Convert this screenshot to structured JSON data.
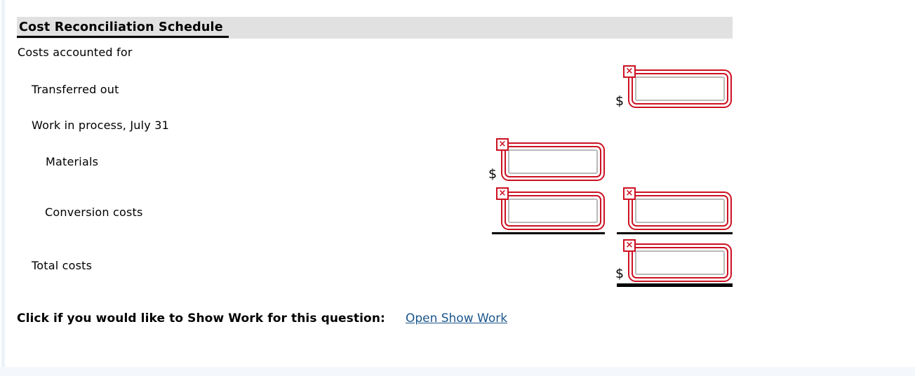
{
  "header": {
    "title": "Cost Reconciliation Schedule"
  },
  "section": {
    "costs_accounted_for": "Costs accounted for"
  },
  "rows": {
    "transferred_out": {
      "label": "Transferred out"
    },
    "wip_july31": {
      "label": "Work in process, July 31"
    },
    "materials": {
      "label": "Materials"
    },
    "conversion_costs": {
      "label": "Conversion costs"
    },
    "total_costs": {
      "label": "Total costs"
    }
  },
  "fields": {
    "transferred_out": {
      "value": "",
      "prefix": "$",
      "status": "error"
    },
    "materials": {
      "value": "",
      "prefix": "$",
      "status": "error"
    },
    "conversion_mid": {
      "value": "",
      "status": "error"
    },
    "conversion_right": {
      "value": "",
      "status": "error"
    },
    "total_costs": {
      "value": "",
      "prefix": "$",
      "status": "error"
    }
  },
  "icons": {
    "error_x": "×"
  },
  "show_work": {
    "prompt": "Click if you would like to Show Work for this question:",
    "link_label": "Open Show Work"
  },
  "colors": {
    "error_red": "#cc1122",
    "header_bg": "#e1e1e1",
    "link_blue": "#1b568c",
    "rule_black": "#000000"
  }
}
